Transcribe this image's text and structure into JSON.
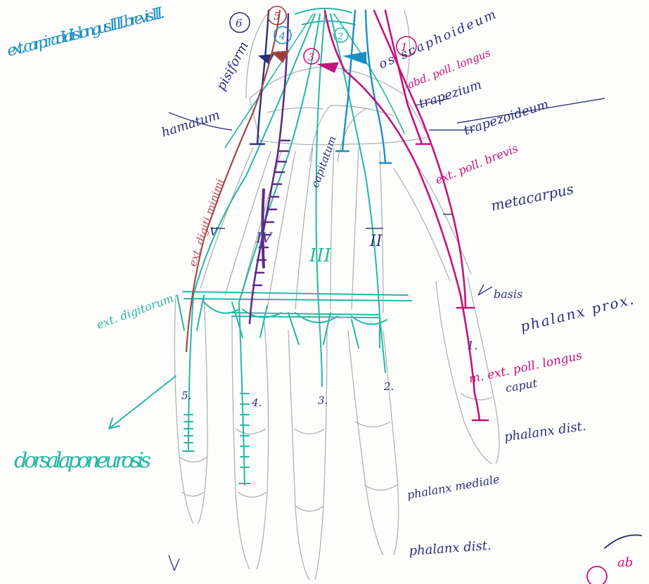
{
  "labels": {
    "numbers": {
      "n1": "1.",
      "n2": "2",
      "n3": "3",
      "n4": "4",
      "n5": "5",
      "n6": "6"
    },
    "fingers": {
      "f1": "1.",
      "f2": "2.",
      "f3": "3.",
      "f4": "4.",
      "f5": "5."
    },
    "roman": {
      "r2": "II",
      "r3": "III",
      "r4": "IV",
      "r5": "V"
    },
    "carpals": {
      "pisiform": "pisiform",
      "hamatum": "hamatum",
      "capitatum": "capitatum",
      "scaphoid": "os scaphoideum",
      "trapezium": "trapezium",
      "trapezoid": "trapezoideum"
    },
    "tendons": {
      "abd_poll_longus": "abd. poll. longus",
      "ext_poll_brevis": "ext. poll. brevis",
      "ext_digiti_min": "ext. digiti minimi",
      "ext_digitorum": "ext. digitorum",
      "m_ext_poll_longus": "m. ext. poll. longus",
      "ext_carpi_rad": "ext. carpi radialis longus II II. brevis III.",
      "abd_bottom": "ab"
    },
    "regions": {
      "metacarpus": "metacarpus",
      "basis": "basis",
      "phalanx_prox": "phalanx prox.",
      "caput": "caput",
      "phalanx_dist_right": "phalanx dist.",
      "phalanx_mediale": "phalanx mediale",
      "phalanx_dist_bottom": "phalanx dist.",
      "dorsalaponeurosis": "dorsalaponeurosis"
    }
  },
  "colors": {
    "teal": "#26b7a6",
    "navy": "#2b2f7a",
    "magenta": "#c4137a",
    "cyan": "#1a8fc4",
    "purple": "#5b2d86",
    "brown": "#9b3a3a",
    "pencil": "#9aa3a6"
  }
}
